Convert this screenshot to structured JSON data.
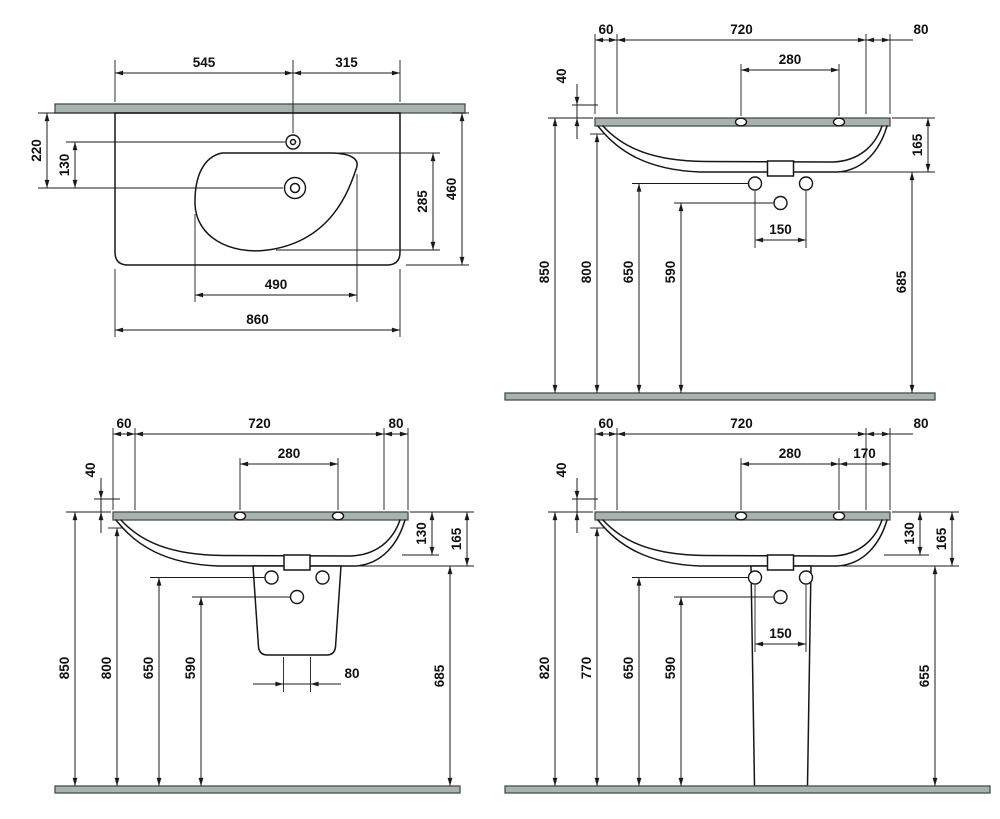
{
  "drawing": {
    "title": "Washbasin dimension drawing — four views",
    "colors": {
      "line": "#1b1b1b",
      "strip_fill": "#a8b2af",
      "strip_stroke": "#474f4b",
      "background": "#ffffff"
    },
    "views": {
      "plan": {
        "dims": {
          "left_to_tap": "545",
          "tap_to_right": "315",
          "back_to_drain": "220",
          "tap_to_drain": "130",
          "bowl_depth": "285",
          "overall_depth": "460",
          "bowl_width": "490",
          "overall_width": "860"
        }
      },
      "wall_hung": {
        "dims": {
          "edge_left": "60",
          "span": "720",
          "edge_right": "80",
          "back_lip": "40",
          "tap_centres": "280",
          "rim_to_lip": "165",
          "bolt_centres": "150",
          "h_rim": "850",
          "h_underside": "800",
          "h_bolts": "650",
          "h_drain": "590",
          "h_lip": "685"
        }
      },
      "semi_pedestal": {
        "dims": {
          "edge_left": "60",
          "span": "720",
          "edge_right": "80",
          "back_lip": "40",
          "tap_centres": "280",
          "rim_to_underside": "130",
          "rim_to_lip": "165",
          "outlet_gap": "80",
          "h_rim": "850",
          "h_underside": "800",
          "h_bolts": "650",
          "h_drain": "590",
          "h_lip": "685"
        }
      },
      "pedestal": {
        "dims": {
          "edge_left": "60",
          "span": "720",
          "edge_right": "80",
          "back_lip": "40",
          "tap_centres": "280",
          "tap_to_edge": "170",
          "rim_to_underside": "130",
          "rim_to_lip": "165",
          "bolt_centres": "150",
          "h_rim": "820",
          "h_underside": "770",
          "h_bolts": "650",
          "h_drain": "590",
          "h_lip": "655"
        }
      }
    }
  }
}
